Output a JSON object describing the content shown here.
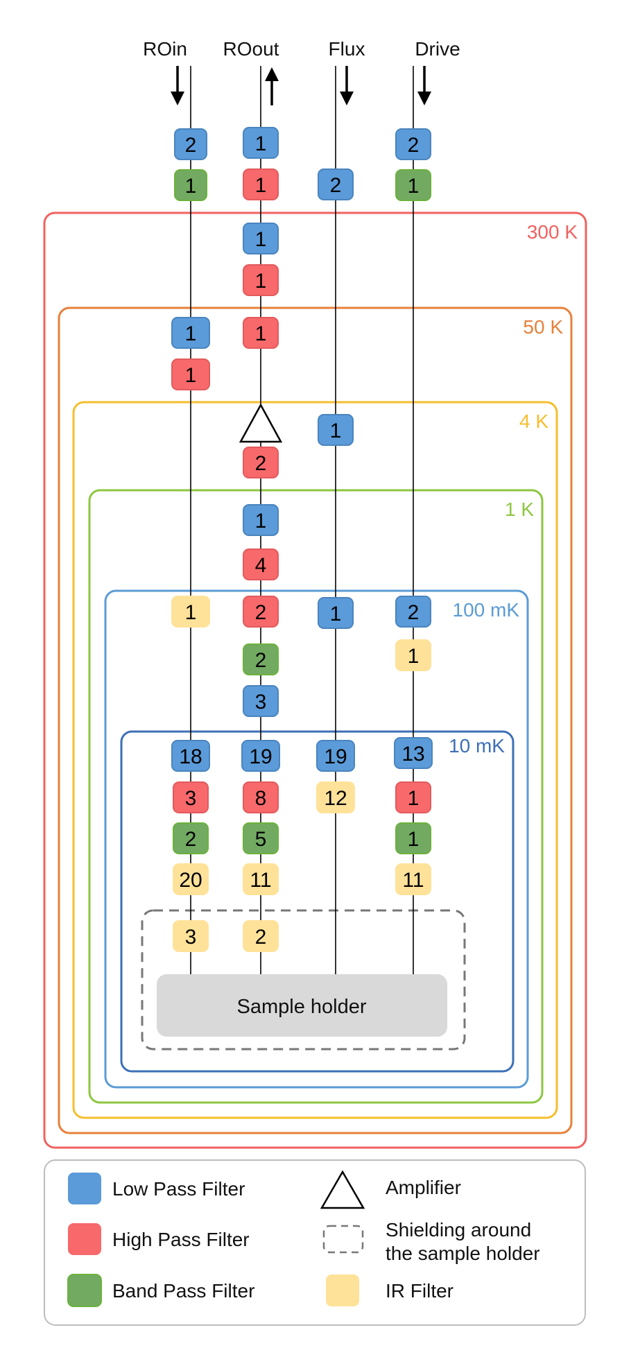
{
  "lines": [
    {
      "id": "roin",
      "label": "ROin",
      "direction": "down"
    },
    {
      "id": "roout",
      "label": "ROout",
      "direction": "up"
    },
    {
      "id": "flux",
      "label": "Flux",
      "direction": "down"
    },
    {
      "id": "drive",
      "label": "Drive",
      "direction": "down"
    }
  ],
  "stages": [
    {
      "id": "300k",
      "label": "300 K",
      "color": "#f0625f"
    },
    {
      "id": "50k",
      "label": "50 K",
      "color": "#e8803a"
    },
    {
      "id": "4k",
      "label": "4 K",
      "color": "#f5be2c"
    },
    {
      "id": "1k",
      "label": "1 K",
      "color": "#8cc63f"
    },
    {
      "id": "100mk",
      "label": "100 mK",
      "color": "#5b9bd5"
    },
    {
      "id": "10mk",
      "label": "10 mK",
      "color": "#3d6fb6"
    }
  ],
  "filter_types": {
    "lp": {
      "color": "#5b9bd9",
      "legend": "Low Pass Filter"
    },
    "hp": {
      "color": "#f8696b",
      "legend": "High Pass Filter"
    },
    "bp": {
      "color": "#72aa62",
      "legend": "Band Pass Filter"
    },
    "ir": {
      "color": "#ffe299",
      "legend": "IR Filter"
    }
  },
  "filters": {
    "roin": [
      {
        "type": "lp",
        "count": "2"
      },
      {
        "type": "bp",
        "count": "1"
      },
      {
        "type": "lp",
        "count": "1"
      },
      {
        "type": "hp",
        "count": "1"
      },
      {
        "type": "ir",
        "count": "1"
      },
      {
        "type": "lp",
        "count": "18"
      },
      {
        "type": "hp",
        "count": "3"
      },
      {
        "type": "bp",
        "count": "2"
      },
      {
        "type": "ir",
        "count": "20"
      },
      {
        "type": "ir",
        "count": "3"
      }
    ],
    "roout": [
      {
        "type": "lp",
        "count": "1"
      },
      {
        "type": "hp",
        "count": "1"
      },
      {
        "type": "lp",
        "count": "1"
      },
      {
        "type": "hp",
        "count": "1"
      },
      {
        "type": "hp",
        "count": "1"
      },
      {
        "type": "hp",
        "count": "2"
      },
      {
        "type": "lp",
        "count": "1"
      },
      {
        "type": "hp",
        "count": "4"
      },
      {
        "type": "hp",
        "count": "2"
      },
      {
        "type": "bp",
        "count": "2"
      },
      {
        "type": "lp",
        "count": "3"
      },
      {
        "type": "lp",
        "count": "19"
      },
      {
        "type": "hp",
        "count": "8"
      },
      {
        "type": "bp",
        "count": "5"
      },
      {
        "type": "ir",
        "count": "11"
      },
      {
        "type": "ir",
        "count": "2"
      }
    ],
    "flux": [
      {
        "type": "lp",
        "count": "2"
      },
      {
        "type": "lp",
        "count": "1"
      },
      {
        "type": "lp",
        "count": "1"
      },
      {
        "type": "lp",
        "count": "19"
      },
      {
        "type": "ir",
        "count": "12"
      }
    ],
    "drive": [
      {
        "type": "lp",
        "count": "2"
      },
      {
        "type": "bp",
        "count": "1"
      },
      {
        "type": "lp",
        "count": "2"
      },
      {
        "type": "ir",
        "count": "1"
      },
      {
        "type": "lp",
        "count": "13"
      },
      {
        "type": "hp",
        "count": "1"
      },
      {
        "type": "bp",
        "count": "1"
      },
      {
        "type": "ir",
        "count": "11"
      }
    ]
  },
  "sample_holder": {
    "label": "Sample holder"
  },
  "legend": {
    "amplifier": "Amplifier",
    "shielding_line1": "Shielding around",
    "shielding_line2": "the sample holder"
  }
}
